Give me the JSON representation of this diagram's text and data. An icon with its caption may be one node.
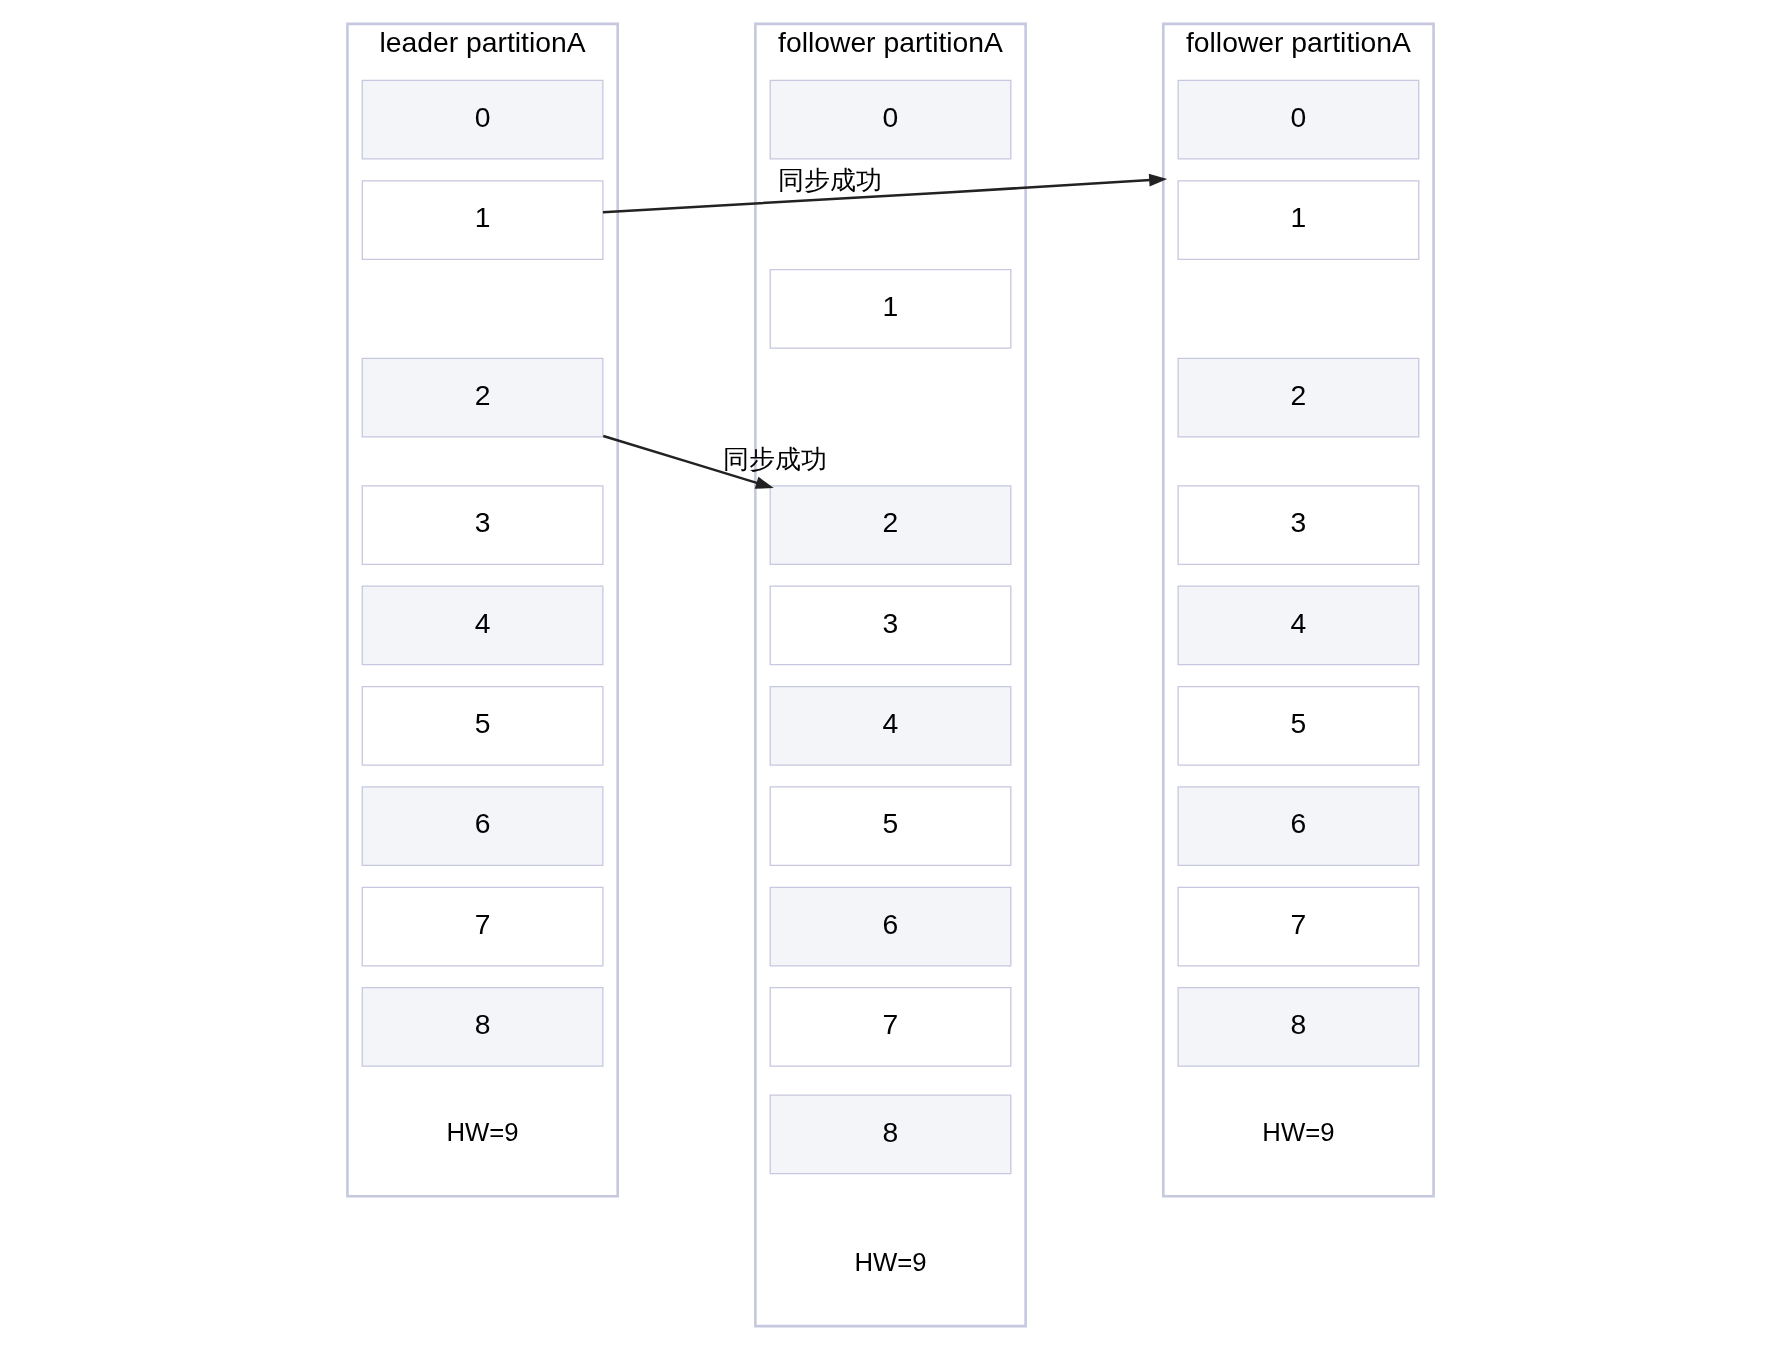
{
  "diagram": {
    "nodes": [
      {
        "text": [
          "leader partitionA"
        ],
        "beside": [
          "HW=9"
        ]
      },
      {
        "text": [
          "0"
        ],
        "in": 0
      },
      {
        "text": [
          "1"
        ],
        "in": 0
      },
      {
        "text": [
          "2"
        ],
        "in": 0
      },
      {
        "text": [
          "3"
        ],
        "in": 0
      },
      {
        "text": [
          "4"
        ],
        "in": 0
      },
      {
        "text": [
          "5"
        ],
        "in": 0
      },
      {
        "text": [
          "6"
        ],
        "in": 0
      },
      {
        "text": [
          "7"
        ],
        "in": 0
      },
      {
        "text": [
          "8"
        ],
        "in": 0
      },
      {
        "text": [
          "follower partitionA"
        ],
        "beside": [
          "HW=9"
        ]
      },
      {
        "text": [
          "0"
        ],
        "in": 10
      },
      {
        "text": [
          "1"
        ],
        "in": 10
      },
      {
        "text": [
          "2"
        ],
        "in": 10
      },
      {
        "text": [
          "3"
        ],
        "in": 10
      },
      {
        "text": [
          "4"
        ],
        "in": 10
      },
      {
        "text": [
          "5"
        ],
        "in": 10
      },
      {
        "text": [
          "6"
        ],
        "in": 10
      },
      {
        "text": [
          "7"
        ],
        "in": 10
      },
      {
        "text": [
          "8"
        ],
        "in": 10
      },
      {
        "text": [
          "follower partitionA"
        ],
        "beside": [
          "HW=9"
        ]
      },
      {
        "text": [
          "0"
        ],
        "in": 20
      },
      {
        "text": [
          "1"
        ],
        "in": 20
      },
      {
        "text": [
          "2"
        ],
        "in": 20
      },
      {
        "text": [
          "3"
        ],
        "in": 20
      },
      {
        "text": [
          "4"
        ],
        "in": 20
      },
      {
        "text": [
          "5"
        ],
        "in": 20
      },
      {
        "text": [
          "6"
        ],
        "in": 20
      },
      {
        "text": [
          "7"
        ],
        "in": 20
      },
      {
        "text": [
          "8"
        ],
        "in": 20
      }
    ],
    "edges": [
      {
        "from": 2,
        "to": 20,
        "arrow": "to",
        "label": "同步成功"
      },
      {
        "from": 3,
        "to": 13,
        "arrow": "to",
        "label": "同步成功"
      }
    ]
  }
}
